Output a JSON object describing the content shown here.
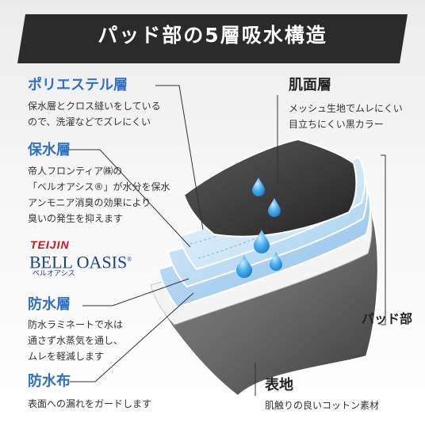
{
  "title": "パッド部の5層吸水構造",
  "layers": {
    "polyester": {
      "heading": "ポリエステル層",
      "lines": [
        "保水層とクロス縫いをしている",
        "ので、洗濯などでズレにくい"
      ]
    },
    "retention": {
      "heading": "保水層",
      "lines": [
        "帝人フロンティア㈱の",
        "「ベルオアシス®」が水分を保水",
        "アンモニア消臭の効果により",
        "臭いの発生を抑えます"
      ]
    },
    "waterproof": {
      "heading": "防水層",
      "lines": [
        "防水ラミネートで水は",
        "通さず水蒸気を通し、",
        "ムレを軽減します"
      ]
    },
    "waterproof_cloth": {
      "heading": "防水布",
      "lines": [
        "表面への漏れをガードします"
      ]
    },
    "skin": {
      "heading": "肌面層",
      "lines": [
        "メッシュ生地でムレにくい",
        "目立ちにくい黒カラー"
      ]
    },
    "surface": {
      "heading": "表地",
      "lines": [
        "肌触りの良いコットン素材"
      ]
    }
  },
  "pad_label": "パッド部",
  "logo": {
    "brand": "TEIJIN",
    "product": "BELL OASIS",
    "registered": "®",
    "product_kana": "ベルオアシス"
  },
  "colors": {
    "accent_blue": "#2f6fc6",
    "banner": "#2b2b2b",
    "teijin_red": "#d0121b",
    "bell_oasis_navy": "#1d3f8f"
  }
}
